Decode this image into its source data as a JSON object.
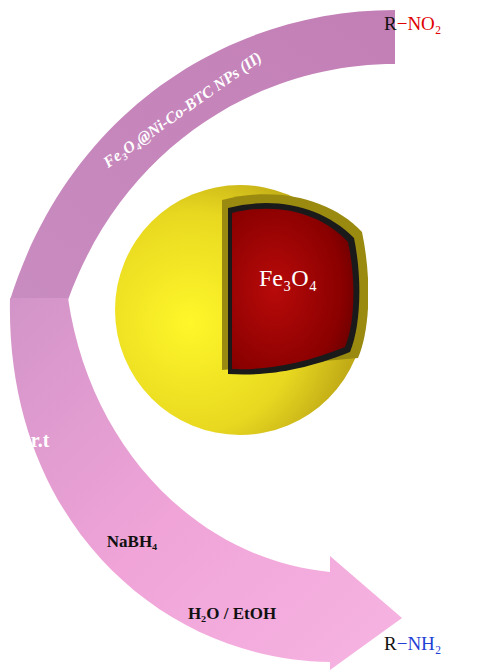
{
  "diagram": {
    "nodes": [
      {
        "text": [
          "Fe₃O₄@Ni-Co-BTC NPs (II)"
        ]
      },
      {
        "text": [
          "Fe₃O₄"
        ]
      },
      {
        "text": [
          "r.t",
          "NaBH₄",
          "H₂O / EtOH"
        ]
      }
    ],
    "labels": [
      "R−NO₂",
      "R−NH₂"
    ]
  }
}
